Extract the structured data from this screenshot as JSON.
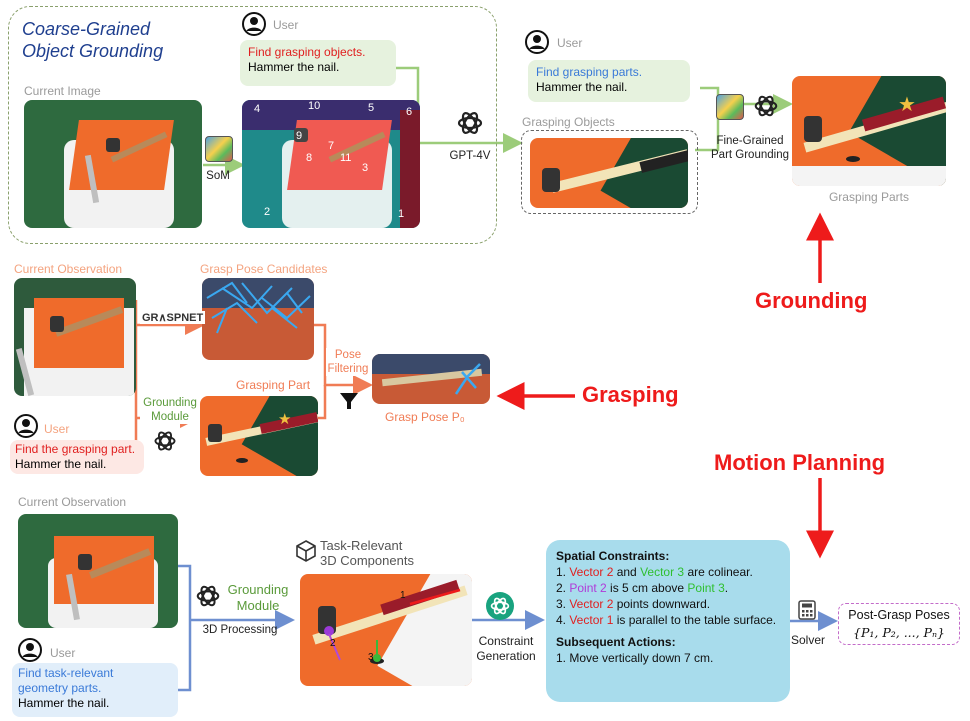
{
  "grounding_section": {
    "title_line1": "Coarse-Grained",
    "title_line2": "Object Grounding",
    "user_label": "User",
    "current_image_label": "Current Image",
    "user_msg_red": "Find grasping objects.",
    "user_msg_black": "Hammer the nail.",
    "som_label": "SoM",
    "gpt_label": "GPT-4V",
    "som_numbers": [
      "4",
      "10",
      "5",
      "6",
      "9",
      "7",
      "8",
      "11",
      "3",
      "2",
      "1"
    ],
    "user2_label": "User",
    "user2_msg_blue": "Find grasping parts.",
    "user2_msg_black": "Hammer the nail.",
    "grasping_objects_label": "Grasping Objects",
    "fine_grained_line1": "Fine-Grained",
    "fine_grained_line2": "Part Grounding",
    "grasping_parts_label": "Grasping Parts"
  },
  "grasping_section": {
    "current_observation_label": "Current Observation",
    "grasp_pose_candidates_label": "Grasp Pose Candidates",
    "graspnet_label": "GR∧SPNET",
    "grounding_module_line1": "Grounding",
    "grounding_module_line2": "Module",
    "grasping_part_label": "Grasping Part",
    "pose_filtering_line1": "Pose",
    "pose_filtering_line2": "Filtering",
    "grasp_pose_label": "Grasp Pose P₀",
    "user_label": "User",
    "user_msg_red": "Find the grasping part.",
    "user_msg_black": "Hammer the nail."
  },
  "motion_section": {
    "current_observation_label": "Current Observation",
    "user_label": "User",
    "user_msg_blue_line1": "Find task-relevant",
    "user_msg_blue_line2": "geometry parts.",
    "user_msg_black": "Hammer the nail.",
    "grounding_module_line1": "Grounding",
    "grounding_module_line2": "Module",
    "processing_label": "3D Processing",
    "task_relevant_line1": "Task-Relevant",
    "task_relevant_line2": "3D Components",
    "constraint_line1": "Constraint",
    "constraint_line2": "Generation",
    "spatial_title": "Spatial Constraints:",
    "c1_prefix": "1. ",
    "c1_v2": "Vector 2",
    "c1_and": " and ",
    "c1_v3": "Vector 3",
    "c1_rest": " are colinear.",
    "c2_prefix": "2. ",
    "c2_p2": "Point 2",
    "c2_mid": " is 5 cm above ",
    "c2_p3": "Point 3",
    "c2_rest": ".",
    "c3_prefix": "3. ",
    "c3_v2": "Vector 2",
    "c3_rest": " points downward.",
    "c4_prefix": "4. ",
    "c4_v1": "Vector 1",
    "c4_rest": " is parallel to the table surface.",
    "subsequent_title": "Subsequent Actions:",
    "action1": "1. Move vertically down 7 cm.",
    "solver_label": "Solver",
    "post_grasp_label": "Post-Grasp Poses",
    "post_grasp_formula": "{P₁, P₂, ..., Pₙ}",
    "component_numbers": [
      "1",
      "2",
      "3"
    ]
  },
  "big_labels": {
    "grounding": "Grounding",
    "grasping": "Grasping",
    "motion_planning": "Motion Planning"
  },
  "colors": {
    "green_line": "#9ccc7a",
    "orange_line": "#f07c55",
    "blue_line": "#6e8fd0",
    "big_red": "#ee1b1b",
    "bubble_red_bg": "#fde8e4",
    "bubble_green_bg": "#e6f2de",
    "bubble_blue_bg": "#e1eefa",
    "spatial_bg": "#a8dcec",
    "post_grasp_border": "#c36bc9"
  }
}
